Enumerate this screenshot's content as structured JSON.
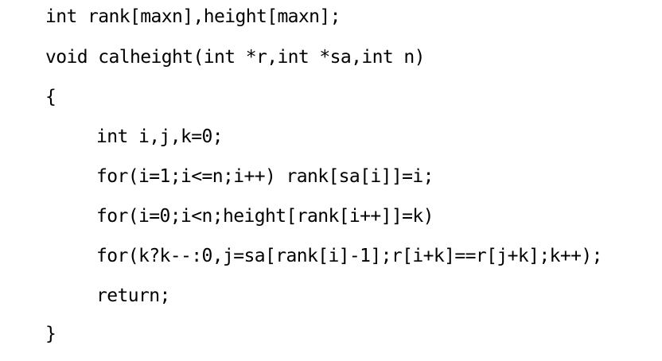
{
  "code": {
    "lines": [
      "int rank[maxn],height[maxn];",
      "void calheight(int *r,int *sa,int n)",
      "{",
      "int i,j,k=0;",
      "for(i=1;i<=n;i++) rank[sa[i]]=i;",
      "for(i=0;i<n;height[rank[i++]]=k)",
      "for(k?k--:0,j=sa[rank[i]-1];r[i+k]==r[j+k];k++);",
      "return;",
      "}"
    ]
  }
}
